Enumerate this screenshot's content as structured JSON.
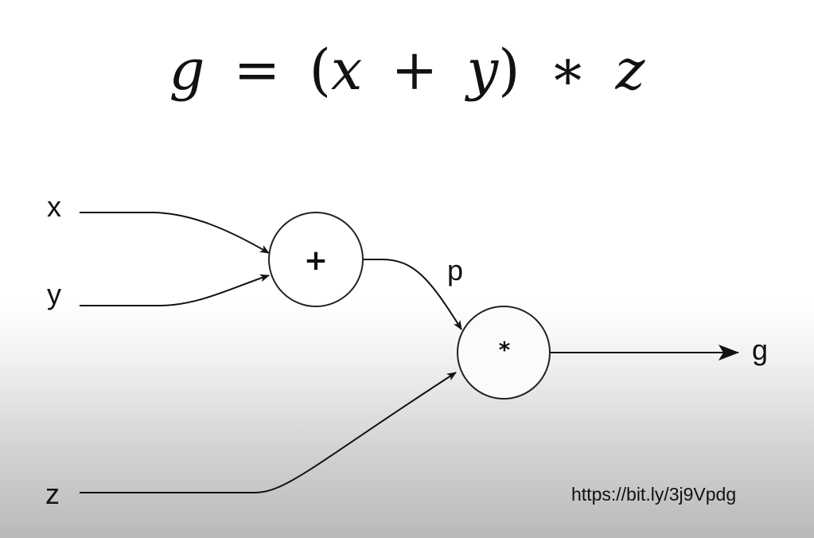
{
  "formula": {
    "lhs": "g",
    "eq": "=",
    "lparen": "(",
    "x": "x",
    "plus": "+",
    "y": "y",
    "rparen": ")",
    "times": "∗",
    "z": "z"
  },
  "inputs": {
    "x": "x",
    "y": "y",
    "z": "z"
  },
  "nodes": {
    "add": "+",
    "multiply": "*"
  },
  "intermediate": "p",
  "output": "g",
  "source_url": "https://bit.ly/3j9Vpdg"
}
